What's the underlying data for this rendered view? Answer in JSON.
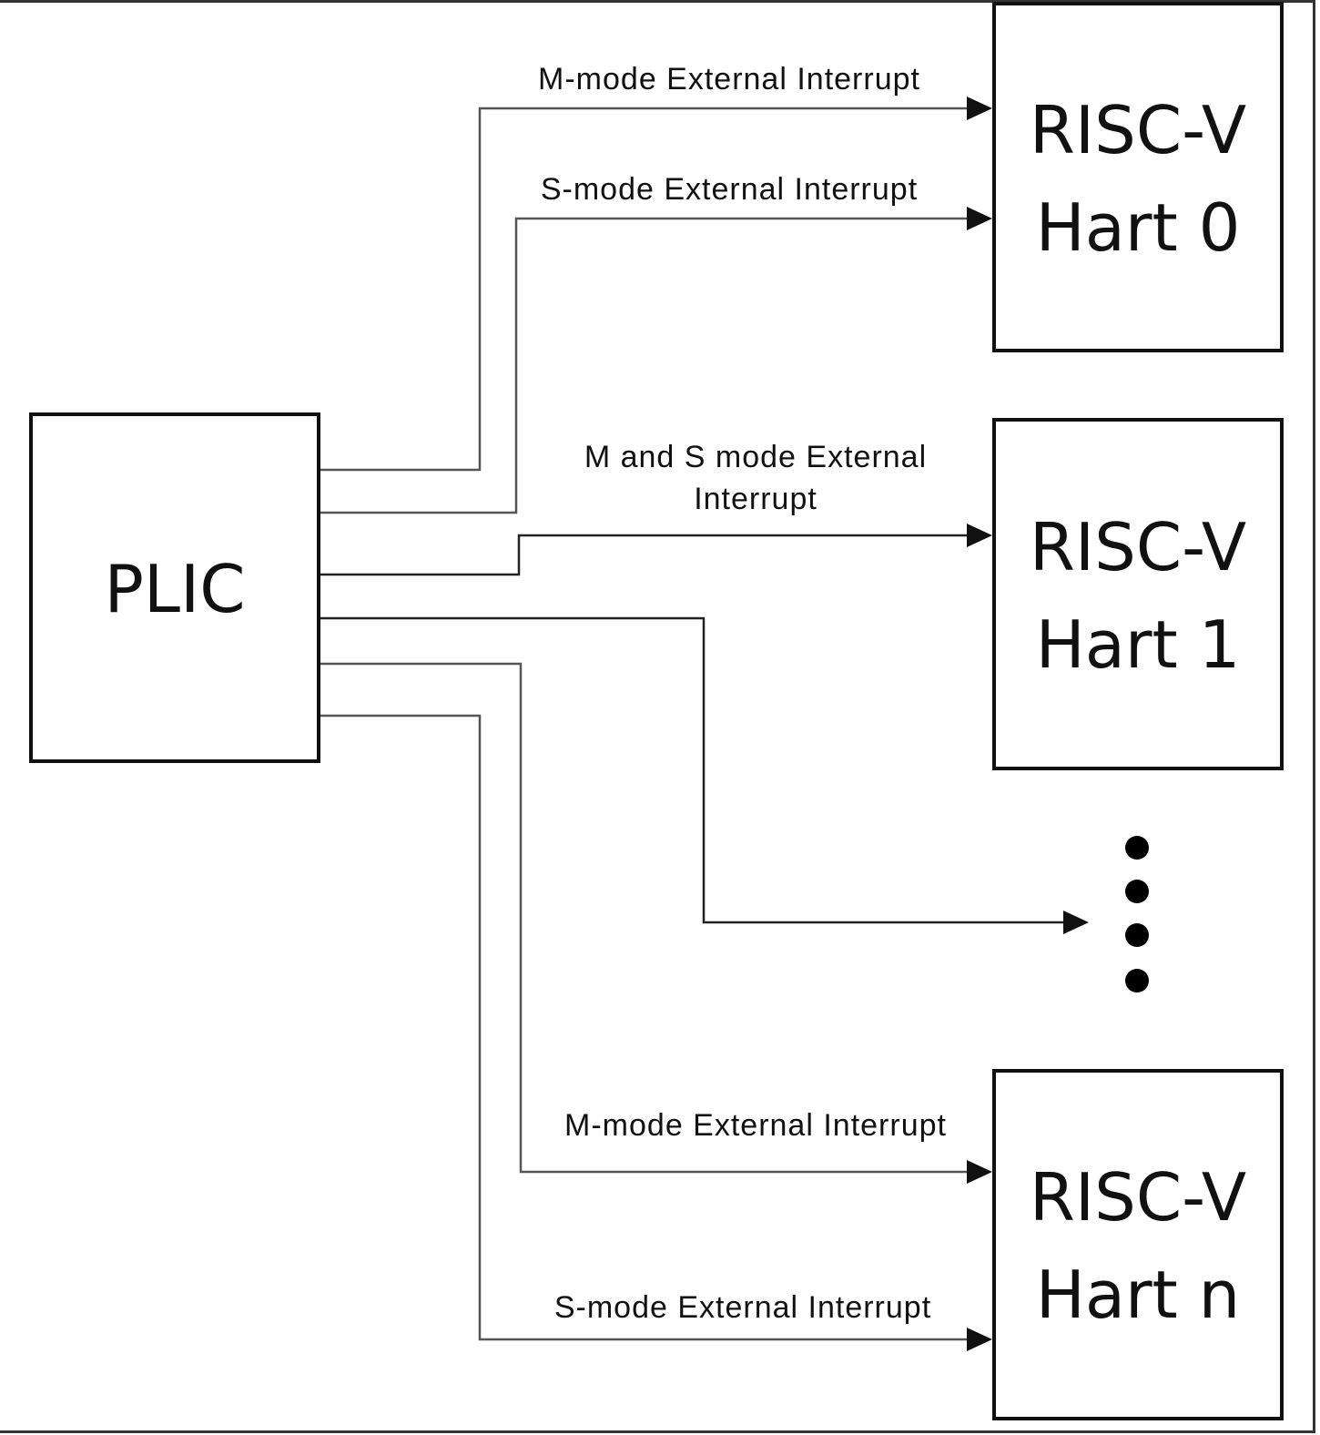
{
  "diagram": {
    "source": {
      "label": "PLIC"
    },
    "targets": [
      {
        "line1": "RISC-V",
        "line2": "Hart 0"
      },
      {
        "line1": "RISC-V",
        "line2": "Hart 1"
      },
      {
        "line1": "RISC-V",
        "line2": "Hart n"
      }
    ],
    "edges": [
      {
        "label": "M-mode External Interrupt",
        "from": "PLIC",
        "to": "Hart 0"
      },
      {
        "label": "S-mode External Interrupt",
        "from": "PLIC",
        "to": "Hart 0"
      },
      {
        "label_line1": "M and S mode External",
        "label_line2": "Interrupt",
        "from": "PLIC",
        "to": "Hart 1"
      },
      {
        "label": "",
        "from": "PLIC",
        "to": "more harts (ellipsis)"
      },
      {
        "label": "M-mode External Interrupt",
        "from": "PLIC",
        "to": "Hart n"
      },
      {
        "label": "S-mode External Interrupt",
        "from": "PLIC",
        "to": "Hart n"
      }
    ],
    "ellipsis": "vertical-dots"
  }
}
